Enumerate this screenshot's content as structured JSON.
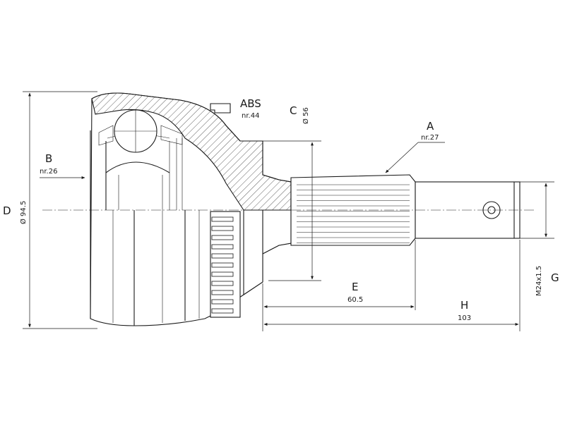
{
  "labels": {
    "A": "A",
    "A_sub": "nr.27",
    "B": "B",
    "B_sub": "nr.26",
    "C": "C",
    "C_dim": "Ø 56",
    "D": "D",
    "D_dim": "Ø 94.5",
    "E": "E",
    "E_dim": "60.5",
    "H": "H",
    "H_dim": "103",
    "G": "G",
    "G_dim": "M24x1.5",
    "ABS": "ABS",
    "ABS_sub": "nr.44"
  }
}
